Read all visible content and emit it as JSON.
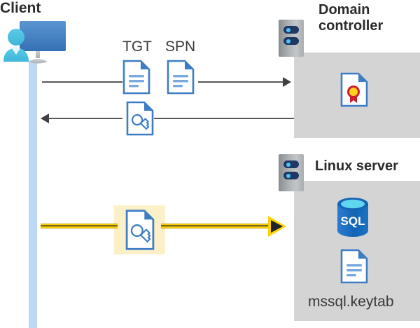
{
  "diagram": {
    "title_client": "Client",
    "title_domain_controller": "Domain\ncontroller",
    "title_domain_controller_line1": "Domain",
    "title_domain_controller_line2": "controller",
    "title_linux_server": "Linux server",
    "label_tgt": "TGT",
    "label_spn": "SPN",
    "label_keytab_file": "mssql.keytab",
    "icons": {
      "client_user": "user-icon",
      "client_monitor": "monitor-icon",
      "domain_controller_rack": "server-rack-icon",
      "linux_server_rack": "server-rack-icon",
      "certificate": "certificate-document-icon",
      "tgt_document": "text-document-icon",
      "spn_document": "text-document-icon",
      "ticket_key_document": "key-document-icon",
      "service_ticket_key_document": "key-document-icon",
      "sql_database": "sql-database-icon",
      "keytab_document": "text-document-icon"
    },
    "flows": [
      {
        "name": "request-to-domain-controller",
        "direction": "right",
        "style": "gray"
      },
      {
        "name": "response-from-domain-controller",
        "direction": "left",
        "style": "gray"
      },
      {
        "name": "service-ticket-to-linux-server",
        "direction": "right",
        "style": "yellow-highlight"
      }
    ],
    "colors": {
      "panel_gray": "#d4d4d4",
      "lifeline_blue": "#bcd8f5",
      "doc_blue": "#3e7dc4",
      "accent_yellow": "#ffd200",
      "highlight_yellow": "#fcf0c8",
      "sql_blue": "#0f6cbd",
      "rack_navy": "#1f3864",
      "rack_dot_cyan": "#4fc3f7",
      "seal_red": "#cc1f2b",
      "seal_gold": "#ffd21f",
      "text_dark": "#2b2b2b",
      "connector_gray": "#595959"
    }
  }
}
